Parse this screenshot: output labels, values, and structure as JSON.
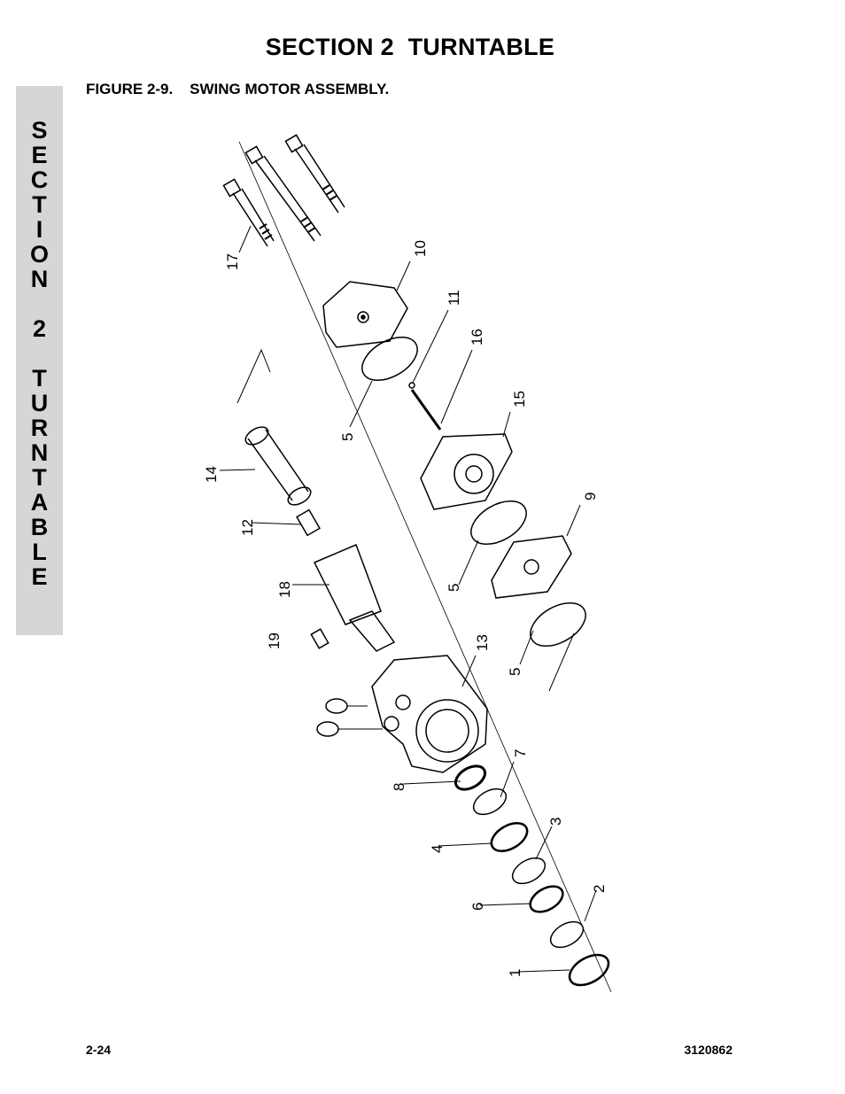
{
  "header": {
    "section_title": "SECTION 2  TURNTABLE"
  },
  "figure": {
    "caption": "FIGURE 2-9.    SWING MOTOR ASSEMBLY.",
    "callouts": [
      "17",
      "10",
      "11",
      "16",
      "15",
      "5",
      "14",
      "12",
      "18",
      "9",
      "5",
      "19",
      "13",
      "5",
      "7",
      "8",
      "3",
      "4",
      "2",
      "6",
      "1"
    ]
  },
  "side_tab": {
    "letters": [
      "S",
      "E",
      "C",
      "T",
      "I",
      "O",
      "N",
      "",
      "2",
      "",
      "T",
      "U",
      "R",
      "N",
      "T",
      "A",
      "B",
      "L",
      "E"
    ]
  },
  "footer": {
    "page_number": "2-24",
    "doc_number": "3120862"
  }
}
